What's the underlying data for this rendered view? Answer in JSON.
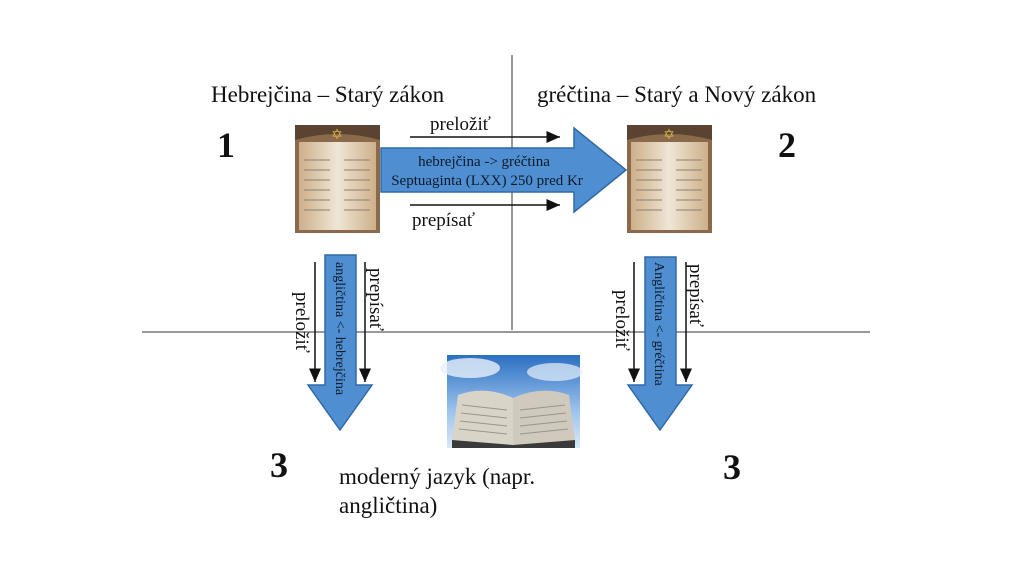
{
  "headings": {
    "hebrew": "Hebrejčina – Starý zákon",
    "greek": "gréčtina – Starý a Nový zákon",
    "modern_line1": "moderný jazyk (napr.",
    "modern_line2": "angličtina)"
  },
  "numbers": {
    "n1": "1",
    "n2": "2",
    "n3a": "3",
    "n3b": "3"
  },
  "horizontal_arrow": {
    "top_label": "preložiť",
    "bottom_label": "prepísať",
    "block_line1": "hebrejčina -> gréčtina",
    "block_line2": "Septuaginta (LXX) 250 pred Kr"
  },
  "left_arrow": {
    "left_label": "preložiť",
    "right_label": "prepísať",
    "block_text": "angličtina <- hebrejčina"
  },
  "right_arrow": {
    "left_label": "preložiť",
    "right_label": "prepísať",
    "block_text": "Angličtina <- gréčtina"
  },
  "colors": {
    "arrow_fill": "#4f8fd1",
    "arrow_stroke": "#2f6aa5",
    "line": "#333333"
  },
  "icons": {
    "scroll": "torah-scroll-icon",
    "book": "open-bible-icon"
  }
}
